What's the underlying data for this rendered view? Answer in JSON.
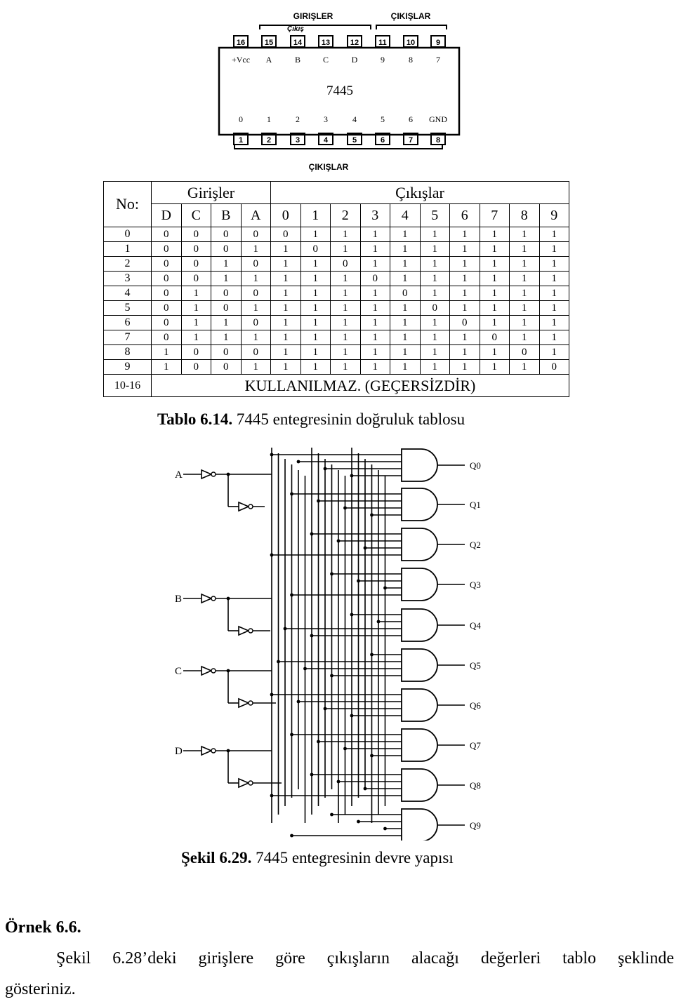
{
  "chip": {
    "top_group_inputs": "GIRIŞLER",
    "top_group_cikis": "Çıkış",
    "top_group_outputs": "ÇIKIŞLAR",
    "bottom_group_outputs": "ÇIKIŞLAR",
    "name": "7445",
    "top_pins": [
      {
        "num": "16",
        "label": "+Vcc"
      },
      {
        "num": "15",
        "label": "A"
      },
      {
        "num": "14",
        "label": "B"
      },
      {
        "num": "13",
        "label": "C"
      },
      {
        "num": "12",
        "label": "D"
      },
      {
        "num": "11",
        "label": "9"
      },
      {
        "num": "10",
        "label": "8"
      },
      {
        "num": "9",
        "label": "7"
      }
    ],
    "bottom_pins": [
      {
        "num": "1",
        "label": "0"
      },
      {
        "num": "2",
        "label": "1"
      },
      {
        "num": "3",
        "label": "2"
      },
      {
        "num": "4",
        "label": "3"
      },
      {
        "num": "5",
        "label": "4"
      },
      {
        "num": "6",
        "label": "5"
      },
      {
        "num": "7",
        "label": "6"
      },
      {
        "num": "8",
        "label": "GND"
      }
    ]
  },
  "truth_table": {
    "no_header": "No:",
    "inputs_header": "Girişler",
    "outputs_header": "Çıkışlar",
    "input_cols": [
      "D",
      "C",
      "B",
      "A"
    ],
    "output_cols": [
      "0",
      "1",
      "2",
      "3",
      "4",
      "5",
      "6",
      "7",
      "8",
      "9"
    ],
    "rows": [
      {
        "no": "0",
        "in": [
          "0",
          "0",
          "0",
          "0"
        ],
        "out": [
          "0",
          "1",
          "1",
          "1",
          "1",
          "1",
          "1",
          "1",
          "1",
          "1"
        ]
      },
      {
        "no": "1",
        "in": [
          "0",
          "0",
          "0",
          "1"
        ],
        "out": [
          "1",
          "0",
          "1",
          "1",
          "1",
          "1",
          "1",
          "1",
          "1",
          "1"
        ]
      },
      {
        "no": "2",
        "in": [
          "0",
          "0",
          "1",
          "0"
        ],
        "out": [
          "1",
          "1",
          "0",
          "1",
          "1",
          "1",
          "1",
          "1",
          "1",
          "1"
        ]
      },
      {
        "no": "3",
        "in": [
          "0",
          "0",
          "1",
          "1"
        ],
        "out": [
          "1",
          "1",
          "1",
          "0",
          "1",
          "1",
          "1",
          "1",
          "1",
          "1"
        ]
      },
      {
        "no": "4",
        "in": [
          "0",
          "1",
          "0",
          "0"
        ],
        "out": [
          "1",
          "1",
          "1",
          "1",
          "0",
          "1",
          "1",
          "1",
          "1",
          "1"
        ]
      },
      {
        "no": "5",
        "in": [
          "0",
          "1",
          "0",
          "1"
        ],
        "out": [
          "1",
          "1",
          "1",
          "1",
          "1",
          "0",
          "1",
          "1",
          "1",
          "1"
        ]
      },
      {
        "no": "6",
        "in": [
          "0",
          "1",
          "1",
          "0"
        ],
        "out": [
          "1",
          "1",
          "1",
          "1",
          "1",
          "1",
          "0",
          "1",
          "1",
          "1"
        ]
      },
      {
        "no": "7",
        "in": [
          "0",
          "1",
          "1",
          "1"
        ],
        "out": [
          "1",
          "1",
          "1",
          "1",
          "1",
          "1",
          "1",
          "0",
          "1",
          "1"
        ]
      },
      {
        "no": "8",
        "in": [
          "1",
          "0",
          "0",
          "0"
        ],
        "out": [
          "1",
          "1",
          "1",
          "1",
          "1",
          "1",
          "1",
          "1",
          "0",
          "1"
        ]
      },
      {
        "no": "9",
        "in": [
          "1",
          "0",
          "0",
          "1"
        ],
        "out": [
          "1",
          "1",
          "1",
          "1",
          "1",
          "1",
          "1",
          "1",
          "1",
          "0"
        ]
      }
    ],
    "last_row_no": "10-16",
    "last_row_text": "KULLANILMAZ. (GEÇERSİZDİR)"
  },
  "caption_table": {
    "label": "Tablo 6.14.",
    "text": "7445 entegresinin doğruluk tablosu"
  },
  "circuit": {
    "inputs": [
      "A",
      "B",
      "C",
      "D"
    ],
    "outputs": [
      "Q0",
      "Q1",
      "Q2",
      "Q3",
      "Q4",
      "Q5",
      "Q6",
      "Q7",
      "Q8",
      "Q9"
    ]
  },
  "caption_figure": {
    "label": "Şekil 6.29.",
    "text": "7445 entegresinin devre yapısı"
  },
  "example_heading": "Örnek 6.6.",
  "paragraph_line1_words": [
    "Şekil",
    "6.28’deki",
    "girişlere",
    "göre",
    "çıkışların",
    "alacağı",
    "değerleri",
    "tablo",
    "şeklinde"
  ],
  "paragraph_line2": "gösteriniz."
}
